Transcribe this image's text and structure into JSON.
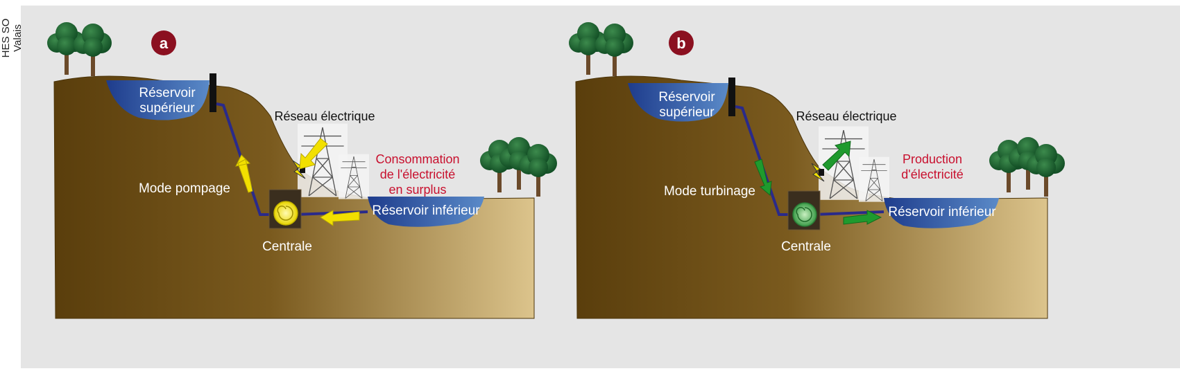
{
  "credit": "HES SO Valais",
  "colors": {
    "background": "#e5e5e5",
    "soil_dark": "#5a3e0c",
    "soil_light": "#dcc48c",
    "water_dark": "#1e3c8c",
    "water_light": "#5a8ac8",
    "pipe": "#2a2a8a",
    "arrow_pump": "#f2e000",
    "arrow_turbine": "#1f9a2e",
    "badge": "#8b1020",
    "highlight_text": "#c8102e"
  },
  "panels": [
    {
      "id": "a",
      "badge": "a",
      "upper_reservoir": [
        "Réservoir",
        "supérieur"
      ],
      "lower_reservoir": "Réservoir inférieur",
      "grid": "Réseau électrique",
      "mode": "Mode pompage",
      "plant": "Centrale",
      "energy": [
        "Consommation",
        "de l'électricité",
        "en surplus"
      ],
      "arrow_color": "#f2e000",
      "flow_direction": "pumping"
    },
    {
      "id": "b",
      "badge": "b",
      "upper_reservoir": [
        "Réservoir",
        "supérieur"
      ],
      "lower_reservoir": "Réservoir inférieur",
      "grid": "Réseau électrique",
      "mode": "Mode turbinage",
      "plant": "Centrale",
      "energy": [
        "Production",
        "d'électricité"
      ],
      "arrow_color": "#1f9a2e",
      "flow_direction": "turbining"
    }
  ]
}
